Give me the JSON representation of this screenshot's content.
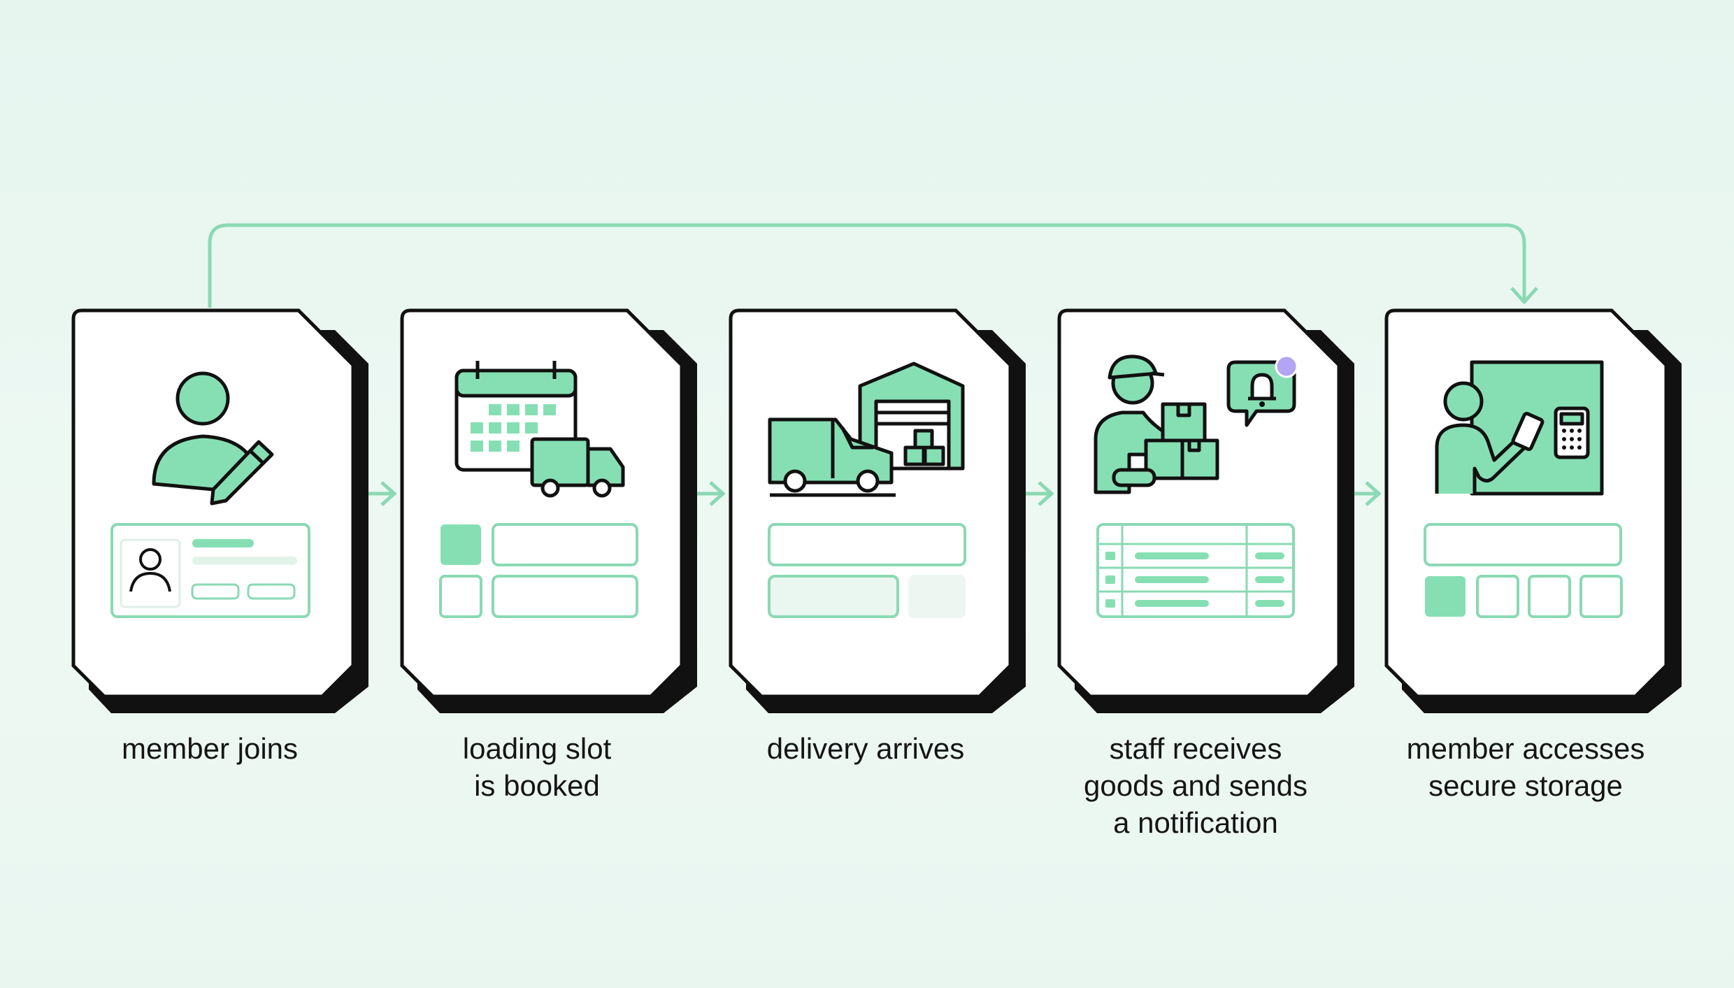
{
  "colors": {
    "background": "#e8f6ef",
    "accent": "#86dfb3",
    "accent_line": "#8ad9b4",
    "outline": "#111111",
    "card": "#ffffff",
    "notification_dot": "#b3a4f4"
  },
  "flow": {
    "bypass_connector": "connects step 1 (member joins) directly to step 5 (member accesses secure storage)"
  },
  "steps": [
    {
      "label": "member joins",
      "icon": "user-edit-icon",
      "panel": "profile-card"
    },
    {
      "label": "loading slot\nis booked",
      "icon": "calendar-truck-icon",
      "panel": "booking-form"
    },
    {
      "label": "delivery arrives",
      "icon": "van-warehouse-icon",
      "panel": "delivery-form"
    },
    {
      "label": "staff receives\ngoods and sends\na notification",
      "icon": "staff-boxes-bell-icon",
      "panel": "inventory-table"
    },
    {
      "label": "member accesses\nsecure storage",
      "icon": "keypad-access-icon",
      "panel": "pin-entry"
    }
  ]
}
